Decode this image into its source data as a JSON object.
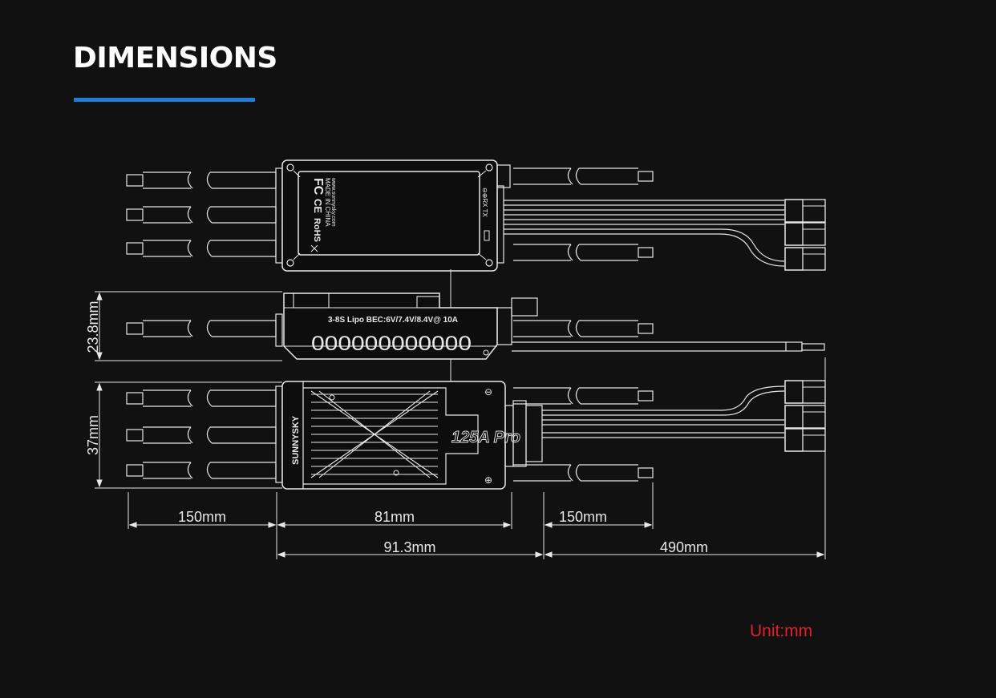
{
  "header": {
    "title": "DIMENSIONS"
  },
  "colors": {
    "background": "#111112",
    "line": "#e8e8e8",
    "accent": "#1f7fd6",
    "unit": "#e0222b"
  },
  "top_view": {
    "label_fc": "FC",
    "label_ce": "CE",
    "label_rohs": "RoHS",
    "label_made_in": "MADE IN CHINA",
    "label_website": "www.sunnysky.com",
    "port_label": "⊖⊕RX TX"
  },
  "side_view": {
    "spec_text": "3-8S Lipo BEC:6V/7.4V/8.4V@ 10A",
    "serial_text": "000000000000"
  },
  "bottom_view": {
    "brand": "SUNNYSKY",
    "model": "125A Pro",
    "minus_sign": "⊖",
    "plus_sign": "⊕"
  },
  "dimensions": {
    "height": "23.8mm",
    "width": "37mm",
    "left_lead": "150mm",
    "body_length": "81mm",
    "right_lead": "150mm",
    "overall_body": "91.3mm",
    "battery_lead": "490mm"
  },
  "unit_note": "Unit:mm"
}
